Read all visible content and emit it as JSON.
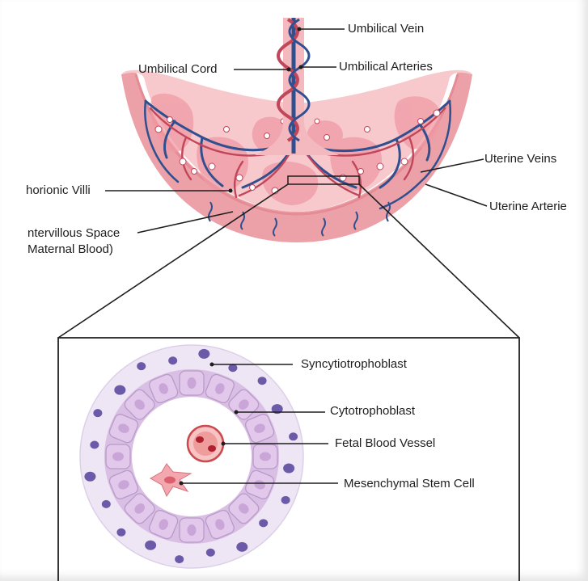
{
  "placenta_labels": {
    "umbilical_vein": "Umbilical Vein",
    "umbilical_cord": "Umbilical Cord",
    "umbilical_arteries": "Umbilical Arteries",
    "uterine_veins": "Uterine Veins",
    "chorionic_villi": "horionic Villi",
    "uterine_arteries": "Uterine Arterie",
    "intervillous_space_line1": "ntervillous Space",
    "intervillous_space_line2": "Maternal Blood)"
  },
  "villus_labels": {
    "syncytiotrophoblast": "Syncytiotrophoblast",
    "cytotrophoblast": "Cytotrophoblast",
    "fetal_blood_vessel": "Fetal Blood Vessel",
    "mesenchymal_stem_cell": "Mesenchymal Stem Cell"
  },
  "colors": {
    "placenta_outer": "#eca1a8",
    "placenta_inner": "#f7c9cc",
    "cotyledon": "#f09aa4",
    "artery": "#c2465a",
    "vein": "#2f4f8f",
    "syncytio_ring": "#efe6f5",
    "cyto_cell": "#dcc0e6",
    "cyto_nucleus": "#c8a2d6",
    "dark_nuclei": "#6a5aa8",
    "fetal_vessel": "#c94a4f",
    "stem_cell": "#e88a92"
  }
}
